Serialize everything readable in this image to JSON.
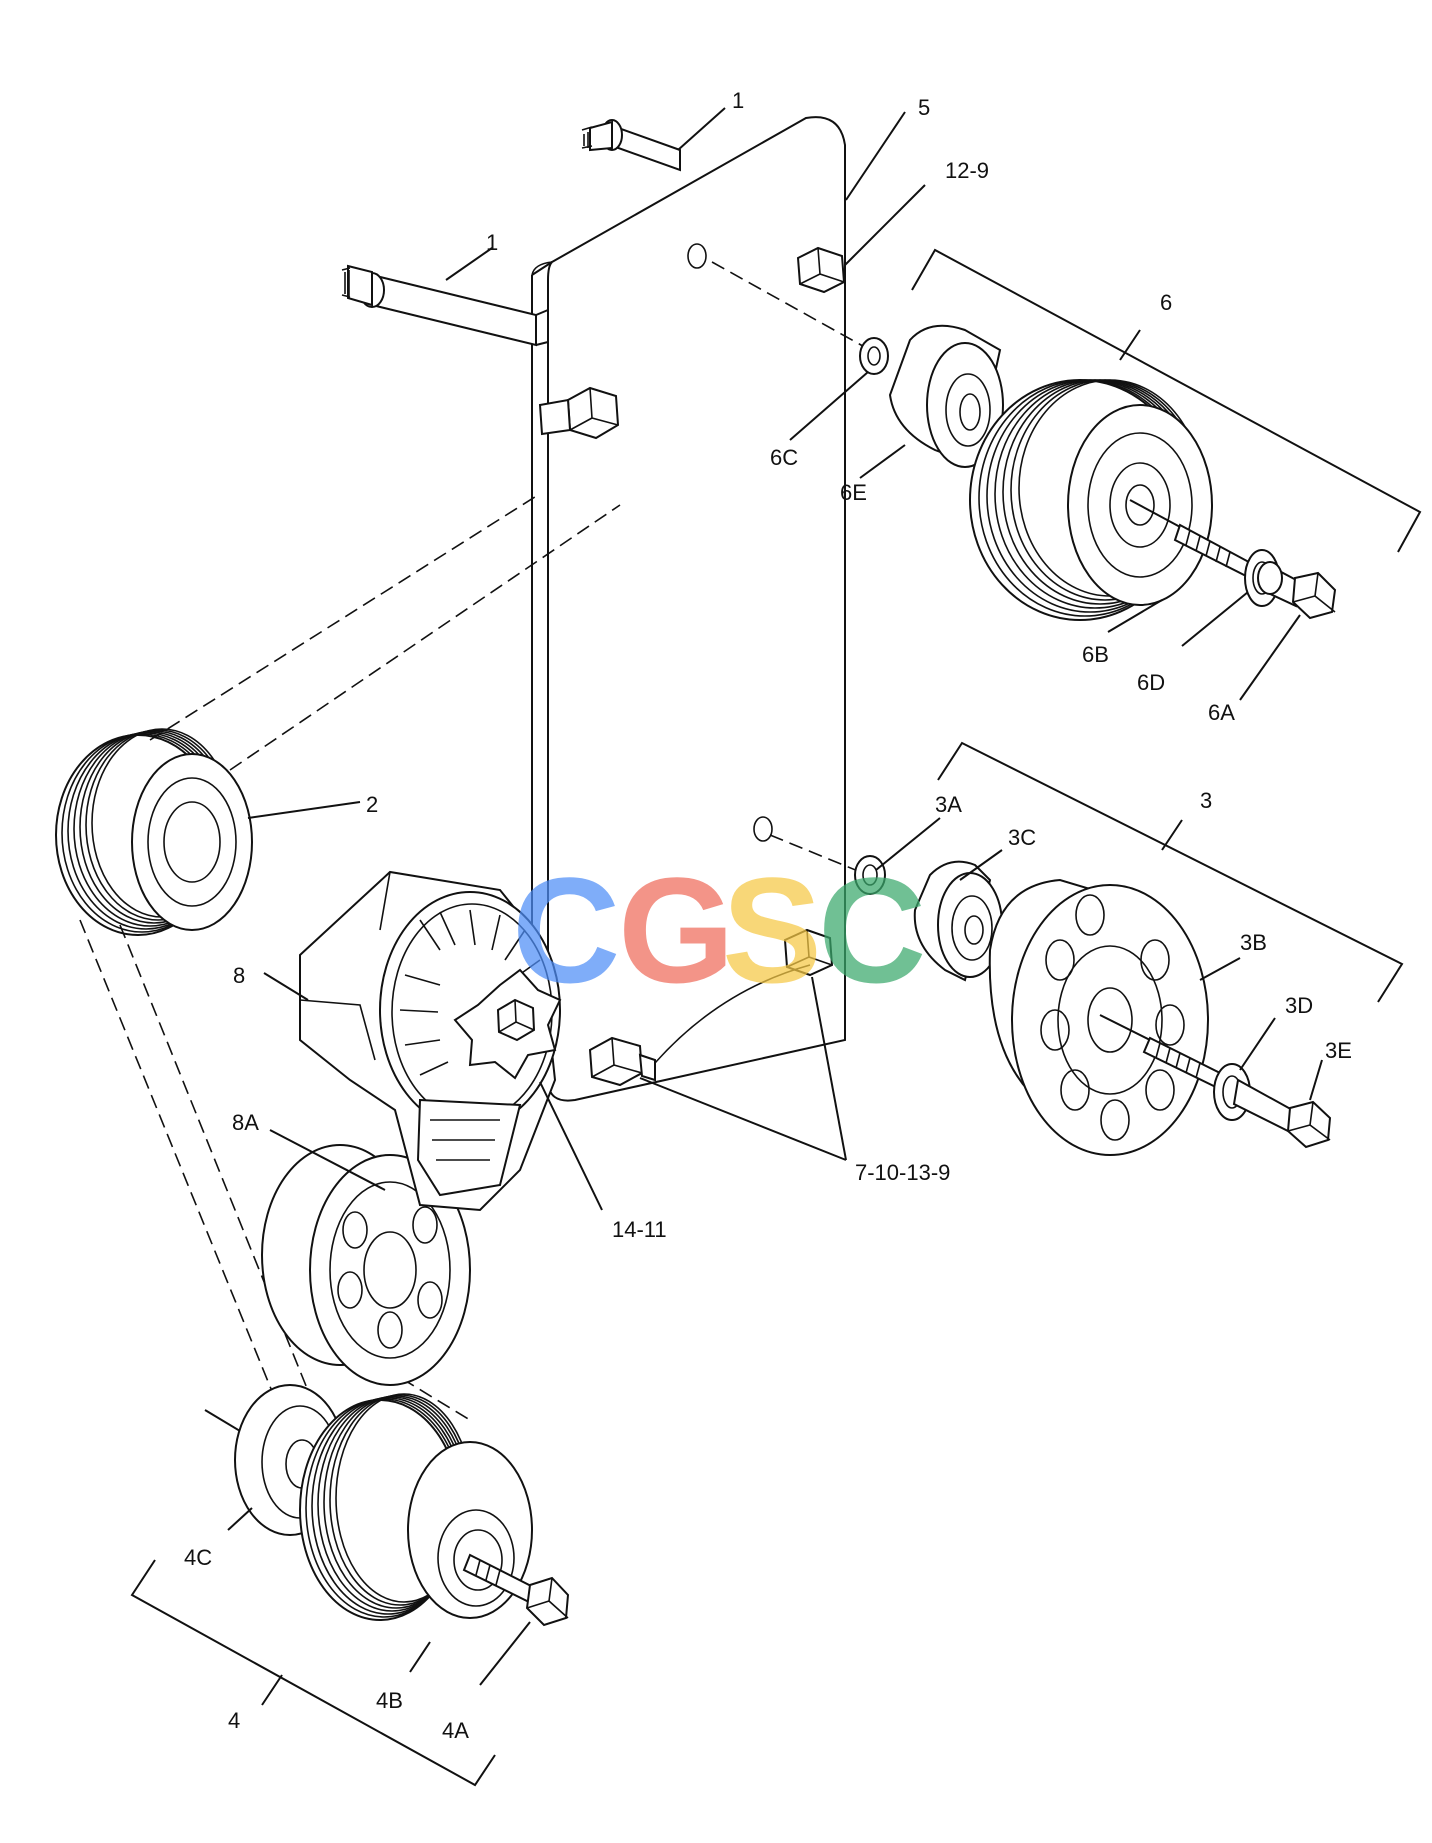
{
  "callouts": {
    "c1_top": "1",
    "c1_left": "1",
    "c5": "5",
    "c12_9": "12-9",
    "c6": "6",
    "c6C": "6C",
    "c6E": "6E",
    "c6B": "6B",
    "c6D": "6D",
    "c6A": "6A",
    "c2": "2",
    "c3": "3",
    "c3A": "3A",
    "c3C": "3C",
    "c3B": "3B",
    "c3D": "3D",
    "c3E": "3E",
    "c8": "8",
    "c8A": "8A",
    "c14_11": "14-11",
    "c7_10_13_9": "7-10-13-9",
    "c4C": "4C",
    "c4": "4",
    "c4B": "4B",
    "c4A": "4A"
  },
  "watermark": {
    "letters": [
      "C",
      "G",
      "S",
      "C"
    ],
    "colors": [
      "#4f8ef7",
      "#ef6b5b",
      "#f6c945",
      "#3aa86b"
    ]
  }
}
